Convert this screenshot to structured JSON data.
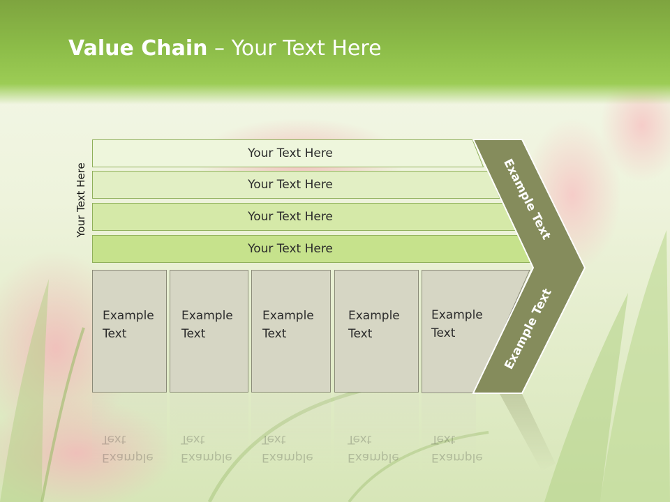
{
  "title": {
    "bold": "Value Chain",
    "rest": " – Your Text Here"
  },
  "side_label": "Your Text Here",
  "rows": [
    {
      "label": "Your Text Here"
    },
    {
      "label": "Your Text Here"
    },
    {
      "label": "Your Text Here"
    },
    {
      "label": "Your Text Here"
    }
  ],
  "boxes": [
    {
      "line1": "Example",
      "line2": "Text"
    },
    {
      "line1": "Example",
      "line2": "Text"
    },
    {
      "line1": "Example",
      "line2": "Text"
    },
    {
      "line1": "Example",
      "line2": "Text"
    },
    {
      "line1": "Example",
      "line2": "Text"
    }
  ],
  "arrow": {
    "top_label": "Example Text",
    "bottom_label": "Example Text"
  },
  "colors": {
    "header_green": "#8cbc48",
    "row_fills": [
      "#eef6dc",
      "#e2efc4",
      "#d5e9a8",
      "#c6e28c"
    ],
    "box_fill": "#d6d6c4",
    "arrow_fill": "#858c5c"
  }
}
